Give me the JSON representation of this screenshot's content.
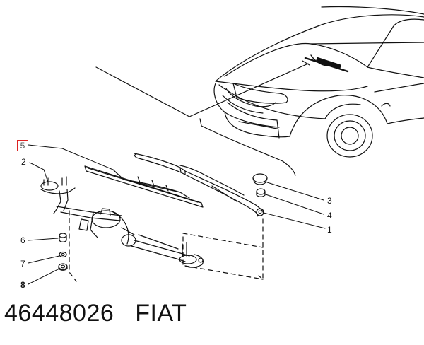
{
  "diagram": {
    "callouts": {
      "one": "1",
      "two": "2",
      "three": "3",
      "four": "4",
      "five": "5",
      "six": "6",
      "seven": "7",
      "eight": "8"
    },
    "part_number": "46448026",
    "brand": "FIAT"
  },
  "colors": {
    "line": "#111111",
    "highlight_box": "#dd2222",
    "background": "#ffffff"
  }
}
